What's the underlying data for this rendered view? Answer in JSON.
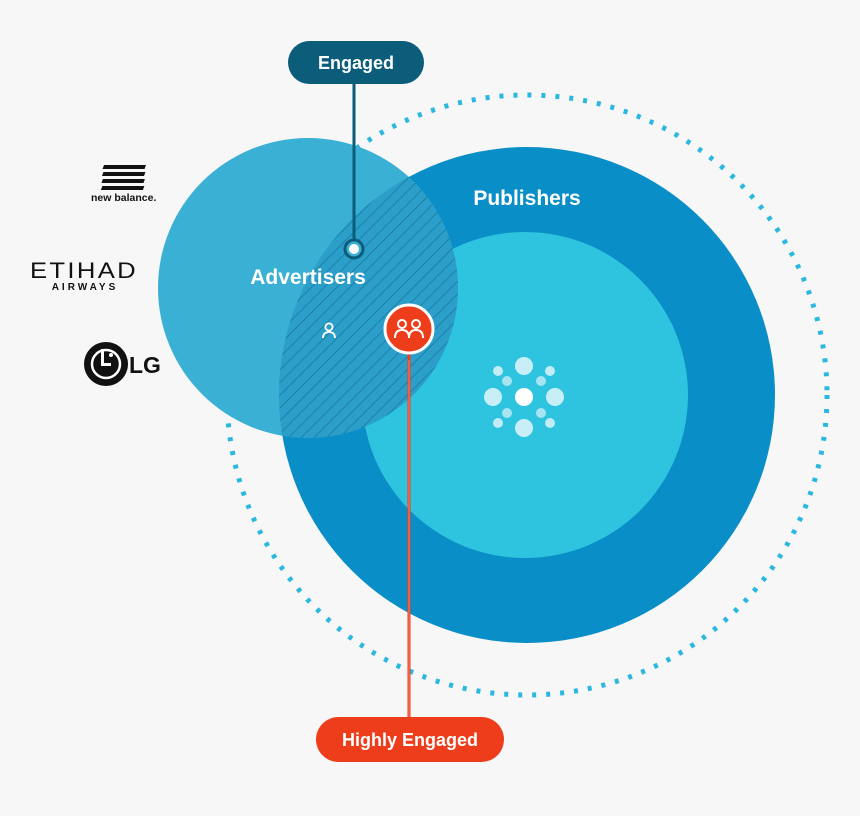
{
  "diagram": {
    "engaged_label": "Engaged",
    "highly_engaged_label": "Highly Engaged",
    "advertisers_label": "Advertisers",
    "publishers_label": "Publishers"
  },
  "brands": {
    "new_balance": "new balance.",
    "etihad_main": "ETIHAD",
    "etihad_sub": "AIRWAYS",
    "lg": "LG"
  },
  "icons": {
    "person": "person-icon",
    "group": "group-icon",
    "network": "network-dots-icon"
  },
  "colors": {
    "background": "#f7f7f7",
    "advertisers_circle": "#3ab0d4",
    "publishers_outer": "#0a8ec7",
    "publishers_inner": "#2ec4e0",
    "dotted_ring": "#2bb8e0",
    "engaged_pill": "#0b5d79",
    "highly_engaged_pill": "#ee3d1b"
  }
}
